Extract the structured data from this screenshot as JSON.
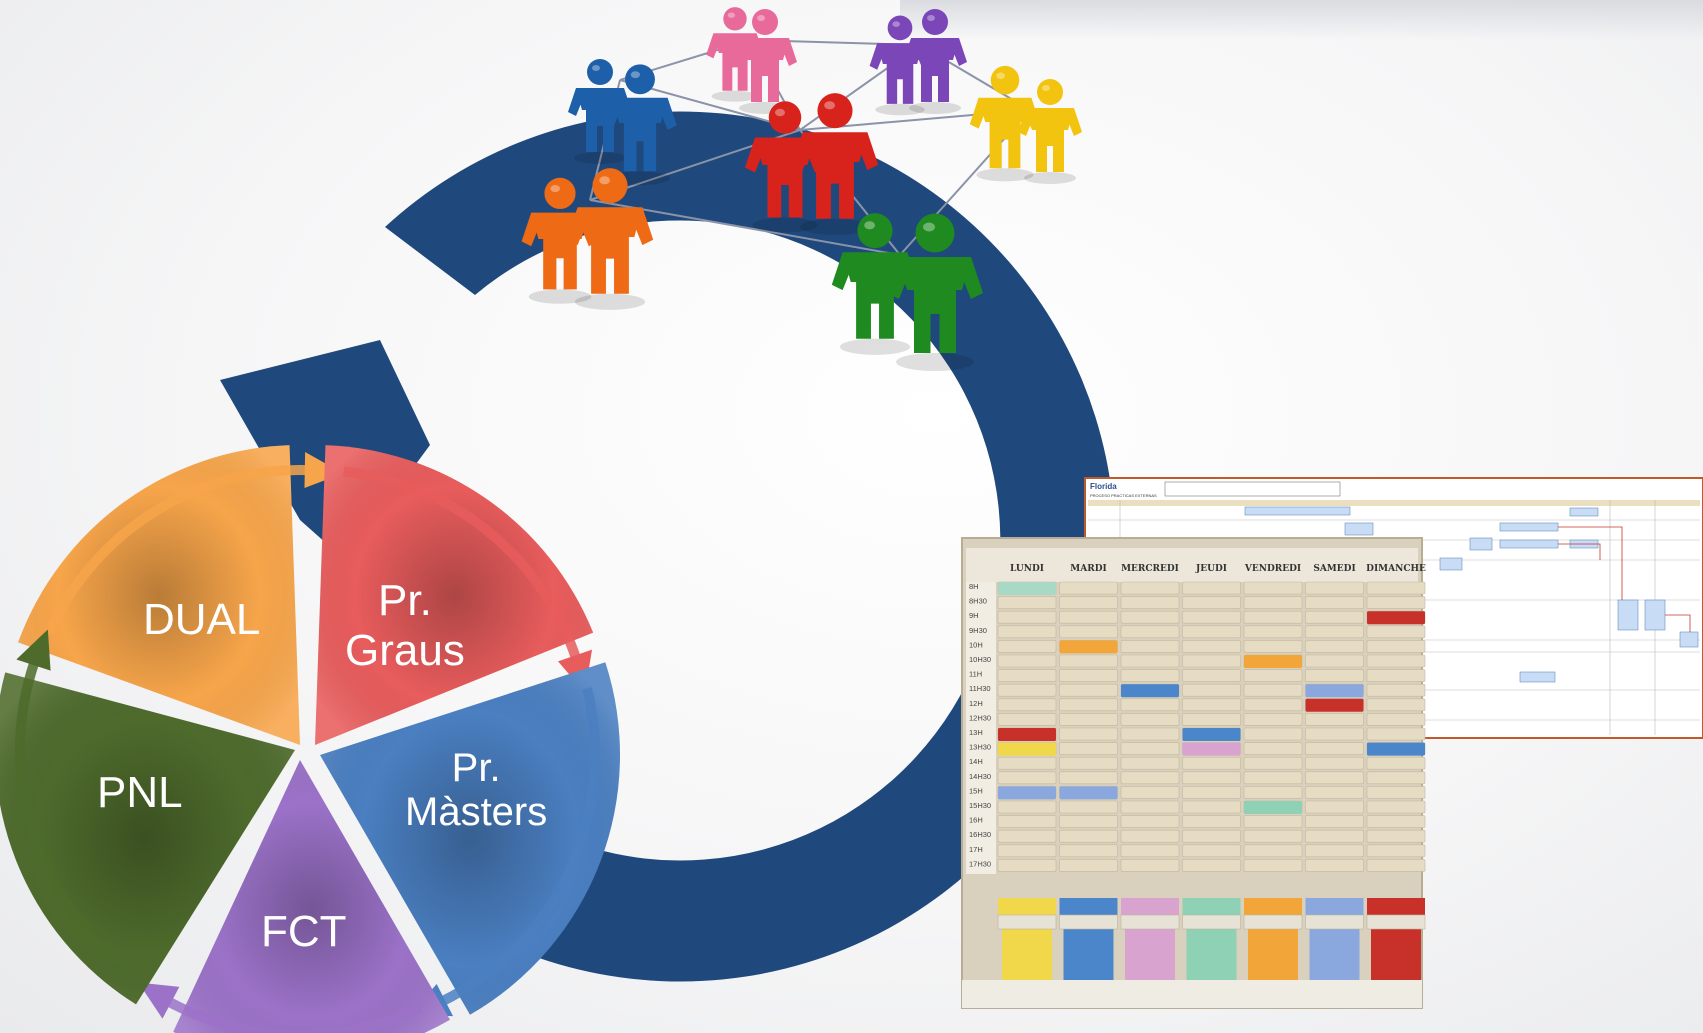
{
  "cycle": {
    "segments": [
      {
        "id": "dual",
        "label": "DUAL",
        "color": "#f7a54a"
      },
      {
        "id": "graus",
        "label": "Pr.\nGraus",
        "color": "#e85c5c"
      },
      {
        "id": "masters",
        "label": "Pr.\nMàsters",
        "color": "#4a7fc1"
      },
      {
        "id": "fct",
        "label": "FCT",
        "color": "#9b72c8"
      },
      {
        "id": "pnl",
        "label": "PNL",
        "color": "#4e6b2c"
      }
    ]
  },
  "big_arrow": {
    "color": "#1f497d"
  },
  "network": {
    "groups": [
      {
        "id": "blue",
        "color": "#1d5fa8"
      },
      {
        "id": "pink",
        "color": "#e86a9a"
      },
      {
        "id": "purple",
        "color": "#7b46b8"
      },
      {
        "id": "red",
        "color": "#d8231c"
      },
      {
        "id": "yellow",
        "color": "#f2c40f"
      },
      {
        "id": "orange",
        "color": "#ee6a14"
      },
      {
        "id": "green",
        "color": "#1f8a1f"
      }
    ]
  },
  "flowchart": {
    "logo": "Florida",
    "title": "PROCESO PRACTICAS EXTERNAS"
  },
  "planner": {
    "days": [
      "LUNDI",
      "MARDI",
      "MERCREDI",
      "JEUDI",
      "VENDREDI",
      "SAMEDI",
      "DIMANCHE"
    ],
    "hours": [
      "8H",
      "8H30",
      "9H",
      "9H30",
      "10H",
      "10H30",
      "11H",
      "11H30",
      "12H",
      "12H30",
      "13H",
      "13H30",
      "14H",
      "14H30",
      "15H",
      "15H30",
      "16H",
      "16H30",
      "17H",
      "17H30"
    ],
    "day_colors": [
      "#f1d84a",
      "#4a86c9",
      "#d9a3cf",
      "#8fd1b4",
      "#f2a63a",
      "#8aa8de",
      "#c8312a"
    ]
  }
}
